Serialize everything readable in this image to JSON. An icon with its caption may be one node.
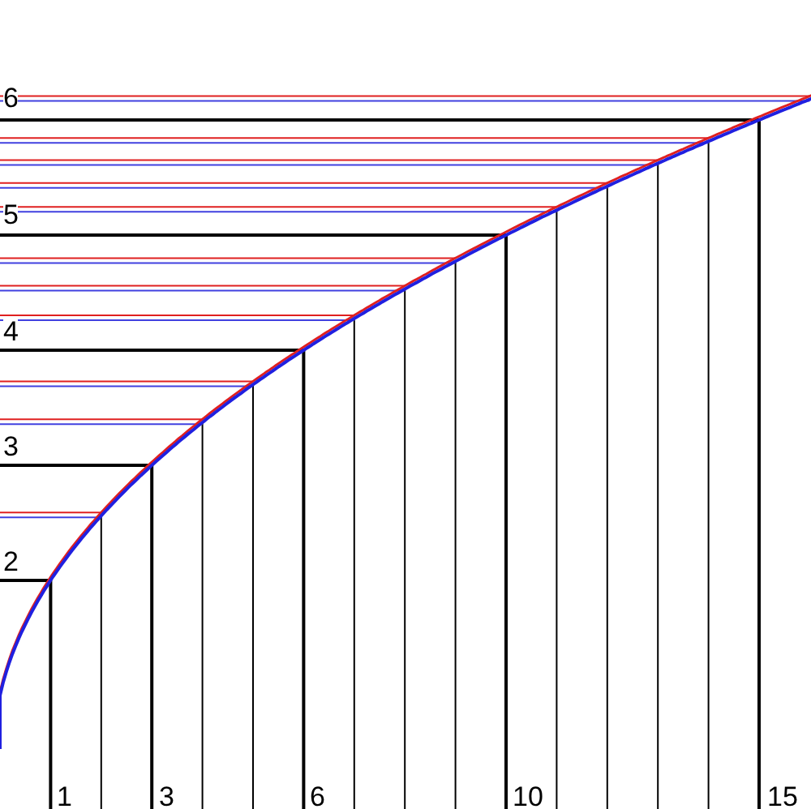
{
  "diagram": {
    "labels": [
      "6",
      "5",
      "4",
      "3",
      "2",
      "1",
      "3",
      "6",
      "10",
      "15"
    ]
  }
}
